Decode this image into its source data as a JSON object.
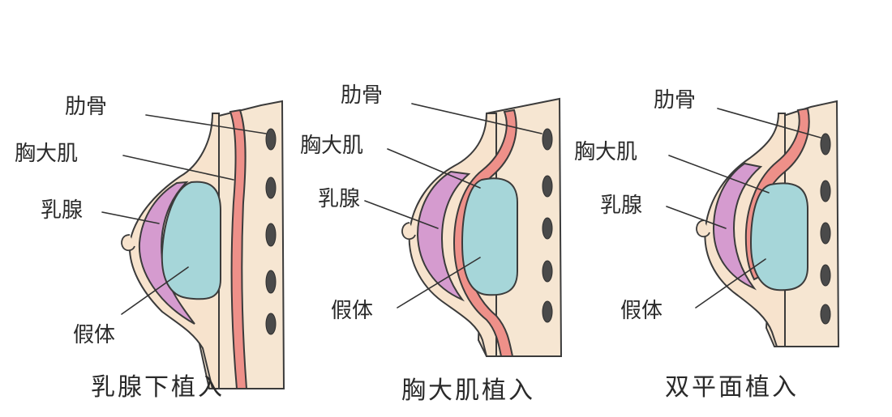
{
  "panels": [
    {
      "caption": "乳腺下植入",
      "labels": {
        "rib": "肋骨",
        "muscle": "胸大肌",
        "gland": "乳腺",
        "implant": "假体"
      }
    },
    {
      "caption": "胸大肌植入",
      "labels": {
        "rib": "肋骨",
        "muscle": "胸大肌",
        "gland": "乳腺",
        "implant": "假体"
      }
    },
    {
      "caption": "双平面植入",
      "labels": {
        "rib": "肋骨",
        "muscle": "胸大肌",
        "gland": "乳腺",
        "implant": "假体"
      }
    }
  ],
  "colors": {
    "skin": "#f7e3cd",
    "muscle": "#ee9089",
    "gland": "#d59bcf",
    "implant": "#a6d6d9",
    "rib": "#4a4a4a"
  }
}
